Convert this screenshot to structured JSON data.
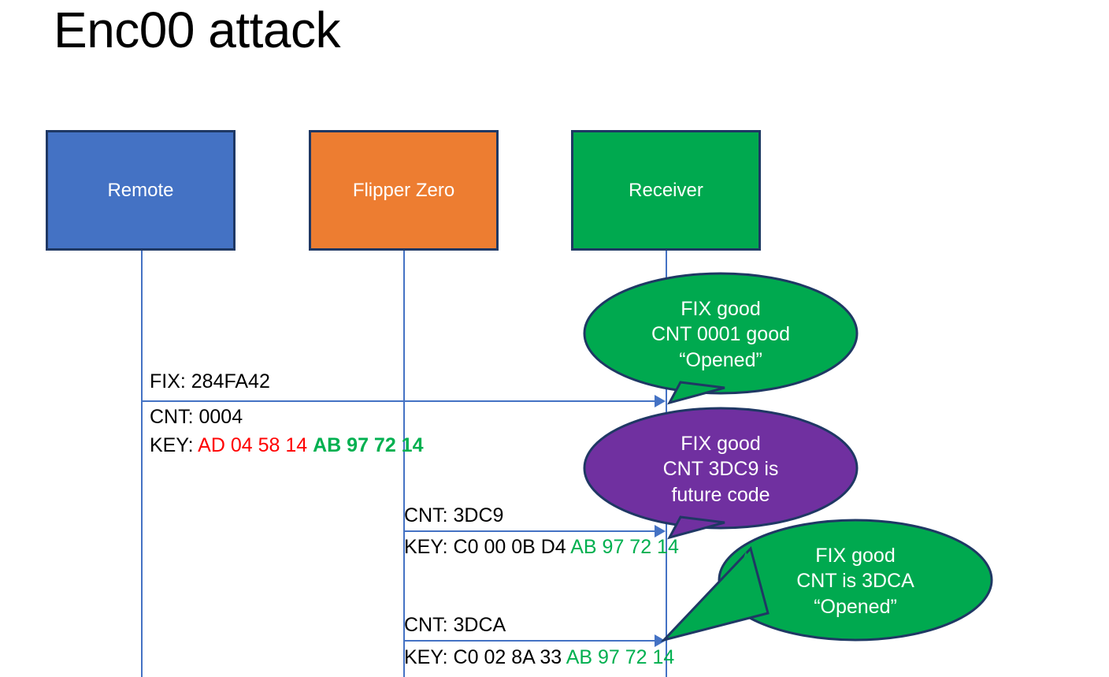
{
  "page": {
    "title": "Enc00 attack"
  },
  "actors": [
    {
      "id": "remote",
      "label": "Remote",
      "color": "#4472C4"
    },
    {
      "id": "flipper",
      "label": "Flipper Zero",
      "color": "#ED7D31"
    },
    {
      "id": "receiver",
      "label": "Receiver",
      "color": "#00A94F"
    }
  ],
  "messages": [
    {
      "id": "m1",
      "from": "remote",
      "to": "receiver",
      "lines": [
        {
          "id": "fix",
          "text": "FIX: 284FA42"
        },
        {
          "id": "cnt",
          "text": "CNT: 0004"
        },
        {
          "id": "key",
          "prefix": "KEY: ",
          "red": "AD 04 58 14",
          "green": "AB 97 72 14"
        }
      ]
    },
    {
      "id": "m2",
      "from": "flipper",
      "to": "receiver",
      "lines": [
        {
          "id": "cnt",
          "text": "CNT: 3DC9"
        },
        {
          "id": "key",
          "prefix": "KEY: C0 00 0B D4 ",
          "green": "AB 97 72 14"
        }
      ]
    },
    {
      "id": "m3",
      "from": "flipper",
      "to": "receiver",
      "lines": [
        {
          "id": "cnt",
          "text": "CNT: 3DCA"
        },
        {
          "id": "key",
          "prefix": "KEY: C0 02 8A 33 ",
          "green": "AB 97 72 14"
        }
      ]
    }
  ],
  "callouts": [
    {
      "id": "callout-1",
      "color": "#00A94F",
      "line1": "FIX good",
      "line2": "CNT 0001 good",
      "line3": "“Opened”"
    },
    {
      "id": "callout-2",
      "color": "#7030A0",
      "line1": "FIX good",
      "line2": "CNT 3DC9 is",
      "line3": "future code"
    },
    {
      "id": "callout-3",
      "color": "#00A94F",
      "line1": "FIX good",
      "line2": "CNT is 3DCA",
      "line3": "“Opened”"
    }
  ],
  "colors": {
    "box_border": "#1F3864",
    "lifeline": "#4472C4",
    "hex_red": "#FF0000",
    "hex_green": "#00B050",
    "callout_outline": "#1F3864"
  }
}
